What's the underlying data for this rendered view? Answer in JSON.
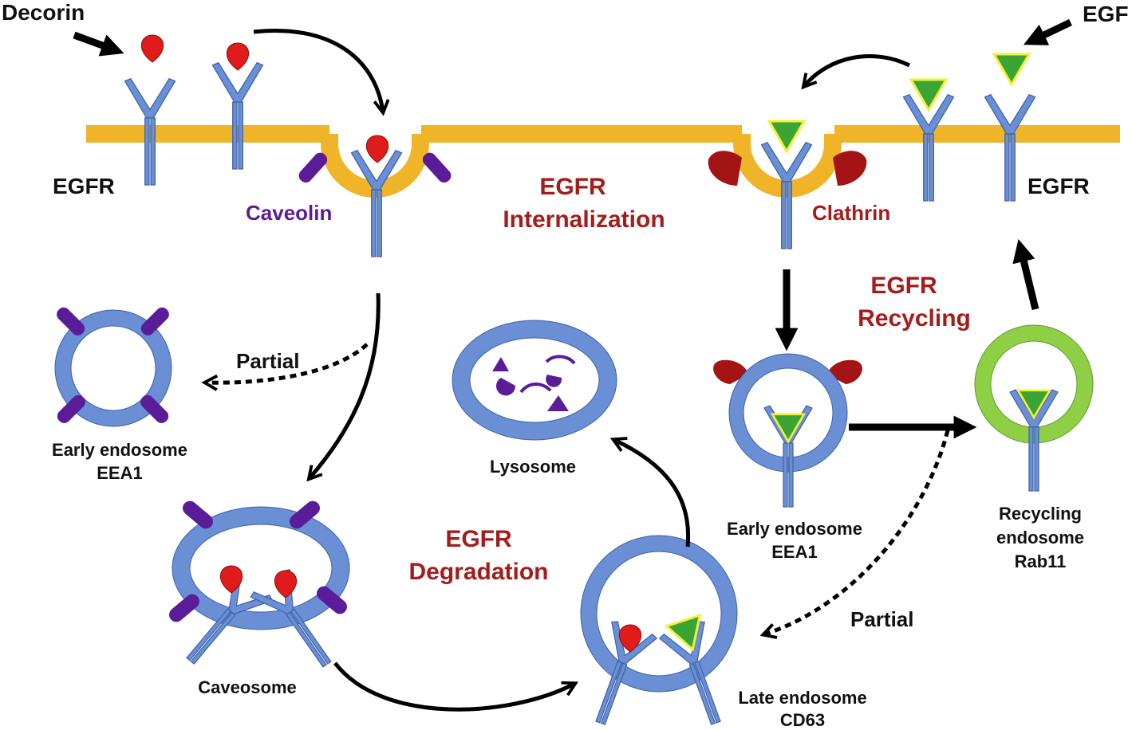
{
  "labels": {
    "decorin": "Decorin",
    "egf": "EGF",
    "egfr_left": "EGFR",
    "egfr_right": "EGFR",
    "caveolin": "Caveolin",
    "clathrin": "Clathrin",
    "internalization": [
      "EGFR",
      "Internalization"
    ],
    "recycling": [
      "EGFR",
      "Recycling"
    ],
    "degradation": [
      "EGFR",
      "Degradation"
    ],
    "partial_left": "Partial",
    "partial_right": "Partial",
    "early_endosome_left": [
      "Early endosome",
      "EEA1"
    ],
    "early_endosome_right": [
      "Early endosome",
      "EEA1"
    ],
    "lysosome": "Lysosome",
    "caveosome": "Caveosome",
    "late_endosome": [
      "Late endosome",
      "CD63"
    ],
    "recycling_endosome": [
      "Recycling",
      "endosome",
      "Rab11"
    ]
  },
  "colors": {
    "membrane": "#f0b428",
    "receptor": "#6a8fd4",
    "receptor_stroke": "#3f62a8",
    "decorin": "#e01b1b",
    "egf": "#3aa535",
    "egf_outline": "#f4f03a",
    "caveolin": "#5b1c99",
    "clathrin": "#a51414",
    "recycling_ring": "#8fcf46",
    "title_red": "#a51c1c"
  }
}
